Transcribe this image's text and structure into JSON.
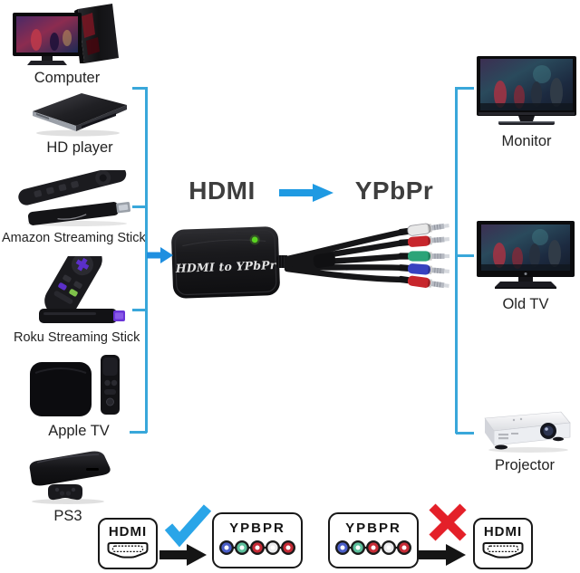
{
  "background_color": "#ffffff",
  "accent": {
    "line_blue": "#39a7da",
    "arrow_blue": "#1f97e2",
    "check_blue": "#2aa5e8",
    "cross_red": "#e42029",
    "title_text": "#3e3e3e"
  },
  "title": {
    "source": "HDMI",
    "target": "YPbPr"
  },
  "sources": [
    {
      "label": "Computer"
    },
    {
      "label": "HD player"
    },
    {
      "label": "Amazon Streaming Stick"
    },
    {
      "label": "Roku Streaming Stick"
    },
    {
      "label": "Apple TV"
    },
    {
      "label": "PS3"
    }
  ],
  "outputs": [
    {
      "label": "Monitor"
    },
    {
      "label": "Old TV"
    },
    {
      "label": "Projector"
    }
  ],
  "converter": {
    "label": "HDMI to YPbPr",
    "led_color": "#5ad420",
    "rca_plug_colors": [
      "#e8e8e8",
      "#c7262c",
      "#2ba478",
      "#3742c0",
      "#c7262c"
    ]
  },
  "compatibility": {
    "allowed": {
      "from": "HDMI",
      "to": "YPBPR"
    },
    "not_allowed": {
      "from": "YPBPR",
      "to": "HDMI"
    },
    "jack_colors": [
      "#4a5ec8",
      "#5cc09c",
      "#c62b36",
      "#ececee",
      "#c62b36"
    ]
  }
}
